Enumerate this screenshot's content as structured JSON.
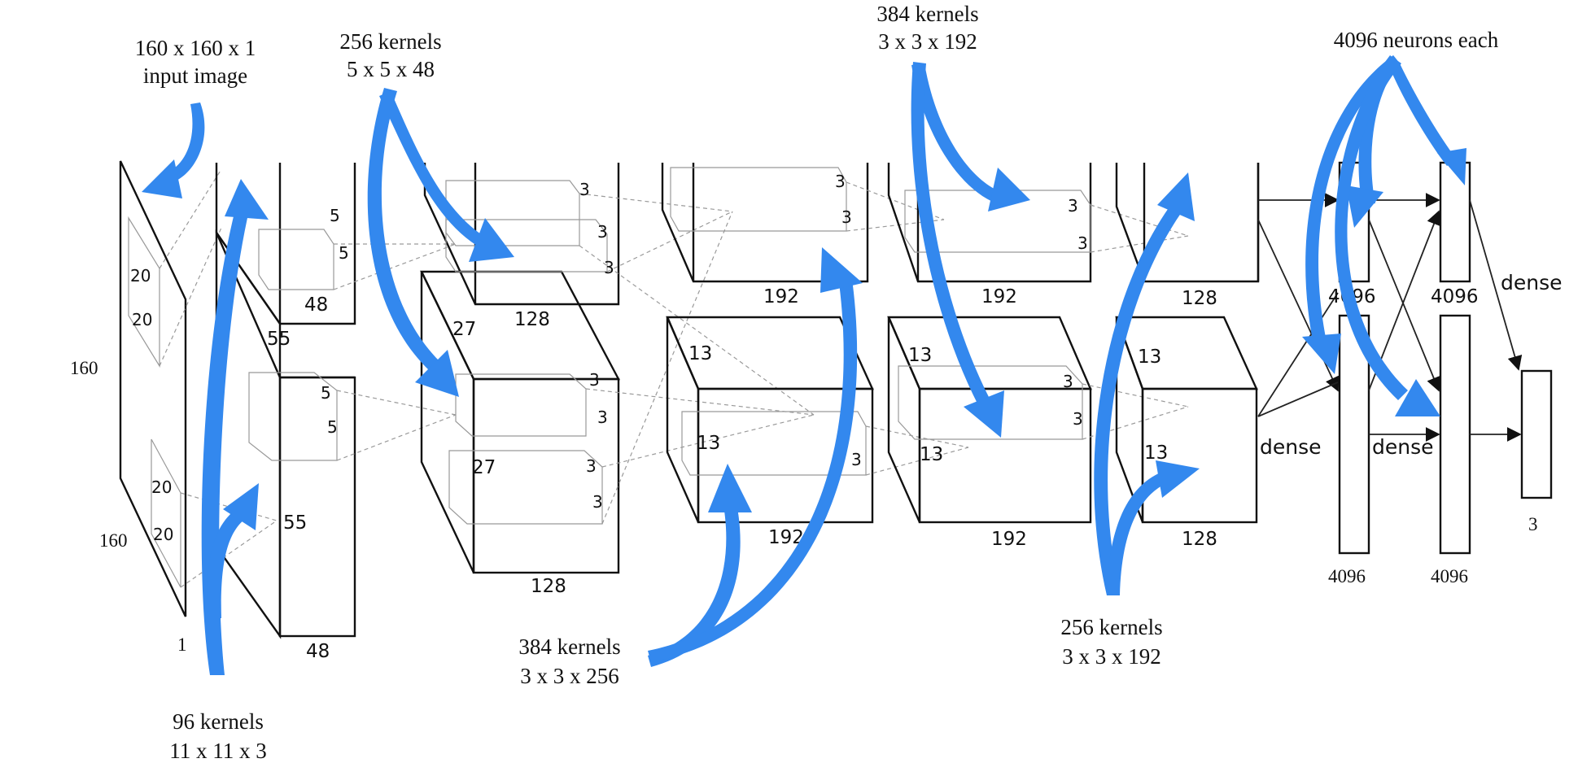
{
  "annotations": {
    "input": [
      "160 x 160 x 1",
      "input image"
    ],
    "conv2_kernels": [
      "256 kernels",
      "5 x 5 x 48"
    ],
    "conv4_kernels": [
      "384 kernels",
      "3 x 3 x 192"
    ],
    "fc_neurons": "4096 neurons each",
    "conv1_kernels": [
      "96 kernels",
      "11 x 11 x 3"
    ],
    "conv3_kernels": [
      "384 kernels",
      "3 x 3 x 256"
    ],
    "conv5_kernels": [
      "256 kernels",
      "3 x 3 x 192"
    ]
  },
  "input_layer": {
    "height": "160",
    "width": "160",
    "depth": "1",
    "kernel_a": "20",
    "kernel_b": "20",
    "kernel_c": "20",
    "kernel_d": "20"
  },
  "layer1": {
    "spatial": "55",
    "spatial_b": "55",
    "depth_top": "48",
    "depth_bottom": "48",
    "kernel_top_a": "5",
    "kernel_top_b": "5",
    "kernel_bottom_a": "5",
    "kernel_bottom_b": "5"
  },
  "layer2": {
    "spatial": "27",
    "spatial_b": "27",
    "depth_top": "128",
    "depth_bottom": "128",
    "kernel_a": "3",
    "kernel_b": "3",
    "kernel_c": "3",
    "kernel_d": "3",
    "kernel_e": "3",
    "kernel_f": "3"
  },
  "layer3": {
    "spatial": "13",
    "spatial_b": "13",
    "depth_top": "192",
    "depth_bottom": "192",
    "kernel_a": "3",
    "kernel_b": "3",
    "kernel_c": "3"
  },
  "layer4": {
    "spatial": "13",
    "spatial_b": "13",
    "depth_top": "192",
    "depth_bottom": "192",
    "kernel_a": "3",
    "kernel_b": "3",
    "kernel_c": "3",
    "kernel_d": "3"
  },
  "layer5": {
    "spatial": "13",
    "spatial_b": "13",
    "depth_top": "128",
    "depth_bottom": "128"
  },
  "dense_layers": {
    "fc1_top": "4096",
    "fc1_bottom": "4096",
    "fc2_top": "4096",
    "fc2_bottom": "4096",
    "output": "3",
    "label_dense_1": "dense",
    "label_dense_2": "dense",
    "label_dense_3": "dense"
  },
  "colors": {
    "arrow": "#3388ee",
    "line": "#111111",
    "background": "#ffffff"
  }
}
